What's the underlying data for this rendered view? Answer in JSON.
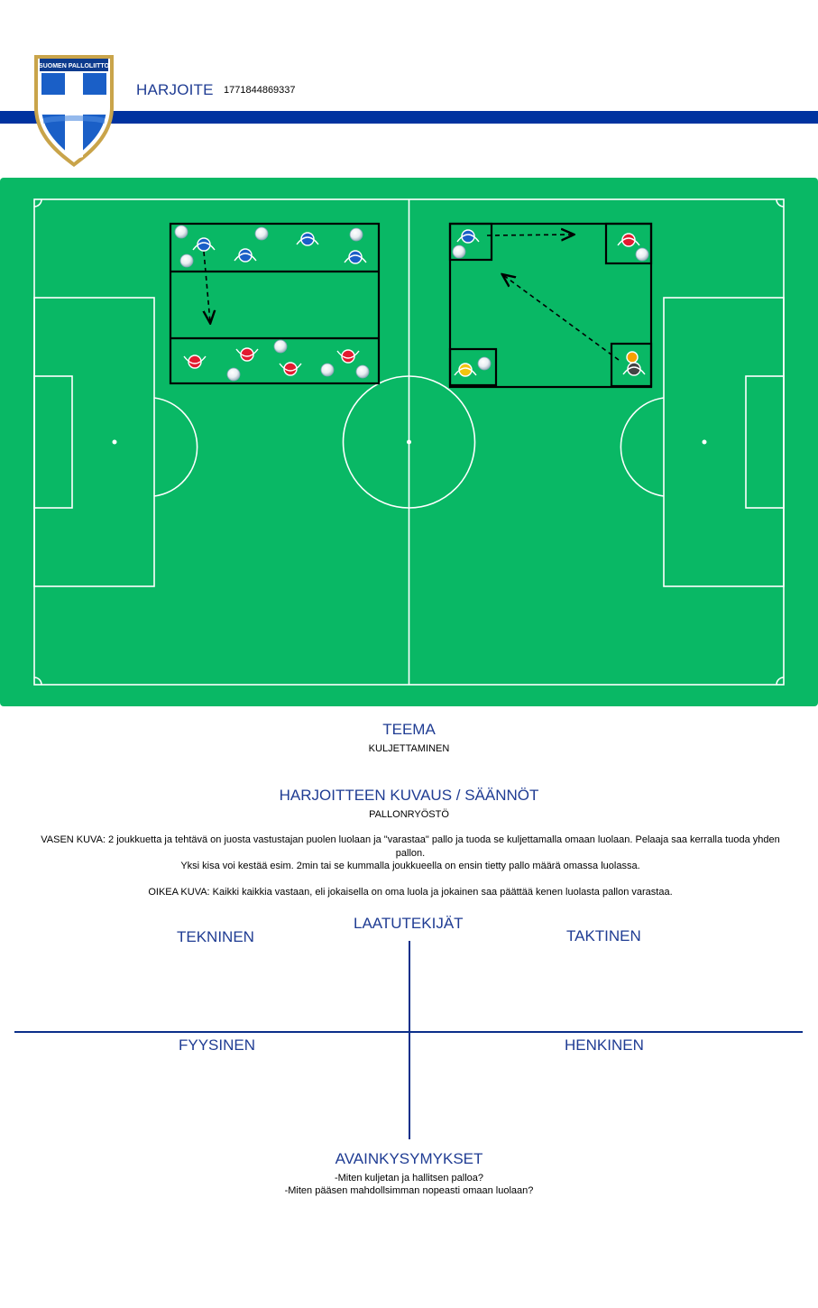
{
  "header": {
    "title": "HARJOITE",
    "exercise_id": "1771844869337",
    "logo_text": "SUOMEN PALLOLIITTO",
    "brand_blue": "#0033a0"
  },
  "pitch": {
    "color": "#09b865",
    "line_color": "#ffffff"
  },
  "teema": {
    "heading": "TEEMA",
    "value": "KULJETTAMINEN"
  },
  "description": {
    "heading": "HARJOITTEEN KUVAUS / SÄÄNNÖT",
    "subtitle": "PALLONRYÖSTÖ",
    "line1": "VASEN KUVA: 2 joukkuetta ja tehtävä on juosta vastustajan puolen luolaan  ja \"varastaa\" pallo ja tuoda se kuljettamalla omaan  luolaan.  Pelaaja saa kerralla tuoda yhden pallon.",
    "line2": "Yksi kisa voi kestää esim. 2min tai se kummalla joukkueella on ensin tietty pallo määrä omassa luolassa.",
    "line3": "OIKEA KUVA: Kaikki kaikkia vastaan, eli jokaisella on oma luola ja jokainen saa päättää kenen luolasta pallon varastaa."
  },
  "quality_factors": {
    "heading": "LAATUTEKIJÄT",
    "technical": "TEKNINEN",
    "tactical": "TAKTINEN",
    "physical": "FYYSINEN",
    "mental": "HENKINEN"
  },
  "key_questions": {
    "heading": "AVAINKYSYMYKSET",
    "q1": "-Miten kuljetan ja hallitsen palloa?",
    "q2": "-Miten pääsen mahdollsimman nopeasti omaan luolaan?"
  }
}
